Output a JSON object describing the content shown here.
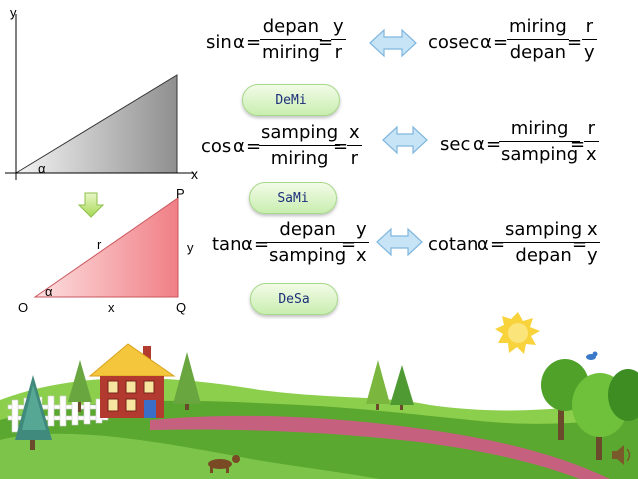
{
  "graph": {
    "axis_y": "y",
    "axis_x": "x",
    "angle": "α"
  },
  "triangle": {
    "P": "P",
    "O": "O",
    "Q": "Q",
    "r": "r",
    "y": "y",
    "x": "x",
    "angle": "α"
  },
  "rows": [
    {
      "left": {
        "fn": "sin",
        "angle": "α",
        "eq": "=",
        "num": "depan",
        "den": "miring",
        "eq2": "=",
        "num2": "y",
        "den2": "r"
      },
      "right": {
        "fn": "cosec",
        "angle": "α",
        "eq": "=",
        "num": "miring",
        "den": "depan",
        "eq2": "=",
        "num2": "r",
        "den2": "y"
      },
      "pill": "DeMi"
    },
    {
      "left": {
        "fn": "cos",
        "angle": "α",
        "eq": "=",
        "num": "samping",
        "den": "miring",
        "eq2": "=",
        "num2": "x",
        "den2": "r"
      },
      "right": {
        "fn": "sec",
        "angle": "α",
        "eq": "=",
        "num": "miring",
        "den": "samping",
        "eq2": "=",
        "num2": "r",
        "den2": "x"
      },
      "pill": "SaMi"
    },
    {
      "left": {
        "fn": "tan",
        "angle": "α",
        "eq": "=",
        "num": "depan",
        "den": "samping",
        "eq2": "=",
        "num2": "y",
        "den2": "x"
      },
      "right": {
        "fn": "cotan",
        "angle": "α",
        "eq": "=",
        "num": "samping",
        "den": "depan",
        "eq2": "=",
        "num2": "x",
        "den2": "y"
      },
      "pill": "DeSa"
    }
  ],
  "colors": {
    "arrow": "#bfe0f6",
    "grass": "#4f9e2c",
    "hill": "#71c23b",
    "path": "#c2607e",
    "house": "#b23a2e",
    "roof": "#f3c63c",
    "sun": "#f8d33c"
  }
}
